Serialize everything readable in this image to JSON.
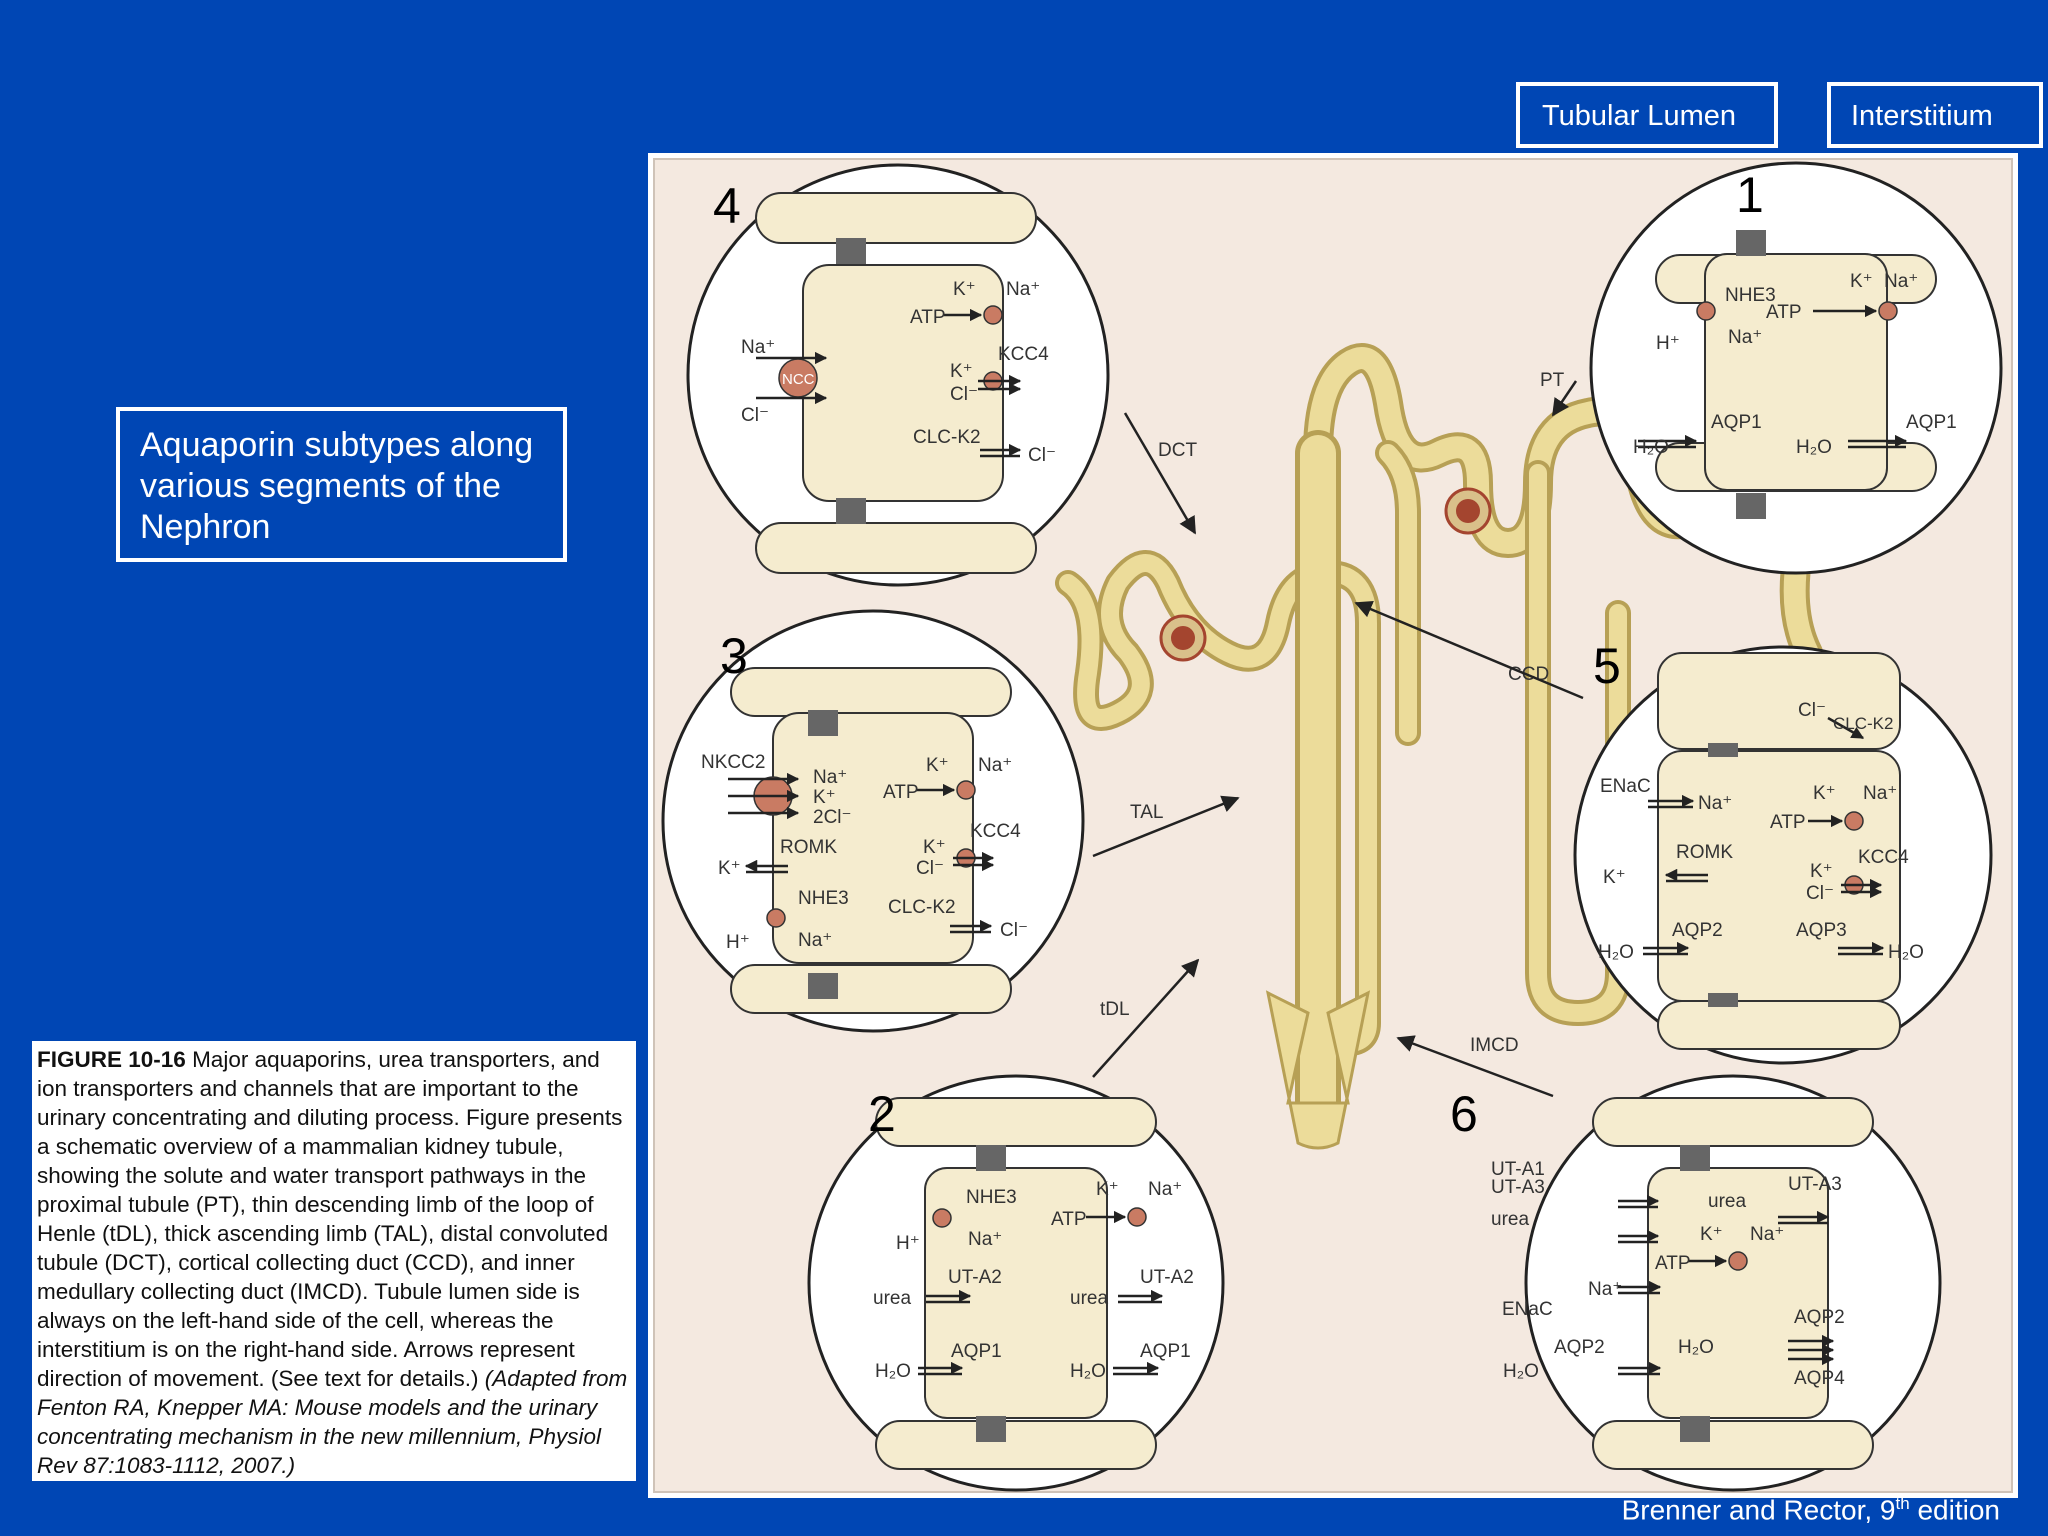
{
  "legend": {
    "lumen_label": "Tubular Lumen",
    "interstitium_label": "Interstitium"
  },
  "slide_title": "Aquaporin subtypes along various segments of the Nephron",
  "caption": {
    "figure_label": "FIGURE 10-16",
    "text": " Major aquaporins, urea transporters, and ion transporters and channels that are important to the urinary concentrating and diluting process. Figure presents a schematic overview of a mammalian kidney tubule, showing the solute and water transport pathways in the proximal tubule (PT), thin descending limb of the loop of Henle (tDL), thick ascending limb (TAL), distal convoluted tubule (DCT), cortical collecting duct (CCD), and inner medullary collecting duct (IMCD). Tubule lumen side is always on the left-hand side of the cell, whereas the interstitium is on the right-hand side. Arrows represent direction of movement. (See text for details.) ",
    "citation": "(Adapted from Fenton RA, Knepper MA: Mouse models and the urinary concentrating mechanism in the new millennium, Physiol Rev 87:1083-1112, 2007.)"
  },
  "credit": {
    "text": "Brenner and Rector, 9",
    "sup": "th",
    "suffix": " edition"
  },
  "segments": {
    "pt": "PT",
    "dct": "DCT",
    "ccd": "CCD",
    "tal": "TAL",
    "tdl": "tDL",
    "imcd": "IMCD"
  },
  "cells": {
    "c1": {
      "num": "1",
      "nhe3": "NHE3",
      "k": "K⁺",
      "na": "Na⁺",
      "atp": "ATP",
      "h": "H⁺",
      "na2": "Na⁺",
      "aqp1a": "AQP1",
      "aqp1b": "AQP1",
      "h2o_a": "H₂O",
      "h2o_b": "H₂O"
    },
    "c2": {
      "num": "2",
      "nhe3": "NHE3",
      "k": "K⁺",
      "na": "Na⁺",
      "atp": "ATP",
      "h": "H⁺",
      "na2": "Na⁺",
      "uta2a": "UT-A2",
      "uta2b": "UT-A2",
      "urea_a": "urea",
      "urea_b": "urea",
      "aqp1a": "AQP1",
      "aqp1b": "AQP1",
      "h2o_a": "H₂O",
      "h2o_b": "H₂O"
    },
    "c3": {
      "num": "3",
      "nkcc2": "NKCC2",
      "na": "Na⁺",
      "k": "K⁺",
      "cl2": "2Cl⁻",
      "romk": "ROMK",
      "k_out": "K⁺",
      "nhe3": "NHE3",
      "h": "H⁺",
      "na2": "Na⁺",
      "atp": "ATP",
      "k2": "K⁺",
      "na3": "Na⁺",
      "kcc4": "KCC4",
      "k3": "K⁺",
      "cl": "Cl⁻",
      "clck2": "CLC-K2",
      "cl_out": "Cl⁻"
    },
    "c4": {
      "num": "4",
      "ncc": "NCC",
      "na": "Na⁺",
      "cl": "Cl⁻",
      "atp": "ATP",
      "k": "K⁺",
      "na2": "Na⁺",
      "kcc4": "KCC4",
      "k2": "K⁺",
      "cl2": "Cl⁻",
      "clck2": "CLC-K2",
      "cl_out": "Cl⁻"
    },
    "c5": {
      "num": "5",
      "cl_top": "Cl⁻",
      "clck2": "CLC-K2",
      "enac": "ENaC",
      "na": "Na⁺",
      "atp": "ATP",
      "k": "K⁺",
      "na2": "Na⁺",
      "romk": "ROMK",
      "k_out": "K⁺",
      "kcc4": "KCC4",
      "k2": "K⁺",
      "cl": "Cl⁻",
      "aqp2": "AQP2",
      "aqp3": "AQP3",
      "h2o_a": "H₂O",
      "h2o_b": "H₂O"
    },
    "c6": {
      "num": "6",
      "uta1": "UT-A1",
      "uta3a": "UT-A3",
      "urea_a": "urea",
      "urea_b": "urea",
      "uta3b": "UT-A3",
      "k": "K⁺",
      "na": "Na⁺",
      "atp": "ATP",
      "na2": "Na⁺",
      "enac": "ENaC",
      "aqp2a": "AQP2",
      "aqp2b": "AQP2",
      "aqp4": "AQP4",
      "h2o_a": "H₂O",
      "h2o_b": "H₂O"
    }
  },
  "colors": {
    "background": "#0046b4",
    "panel_bg": "#f4e9e0",
    "cell_fill": "#f5eccf",
    "tubule_fill": "#ecdc9a",
    "tubule_stroke": "#b7a055",
    "transporter": "#c97b63"
  }
}
